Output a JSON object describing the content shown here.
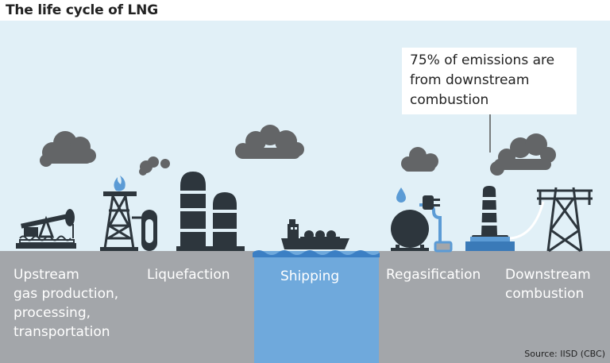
{
  "title": "The life cycle of LNG",
  "stages": [
    {
      "id": "upstream",
      "label": "Upstream\ngas production,\nprocessing,\ntransportation"
    },
    {
      "id": "liquefaction",
      "label": "Liquefaction"
    },
    {
      "id": "shipping",
      "label": "Shipping"
    },
    {
      "id": "regasification",
      "label": "Regasification"
    },
    {
      "id": "downstream",
      "label": "Downstream\ncombustion"
    }
  ],
  "callout": "75% of emissions are from downstream combustion",
  "source": "Source: IISD (CBC)",
  "colors": {
    "sky": "#e1f0f7",
    "ground": "#a3a6aa",
    "water": "#6fa9dc",
    "wave": "#3b7fc4",
    "icon": "#2d363d",
    "smoke": "#636567",
    "accent": "#5b9bd5"
  },
  "icons": [
    "pumpjack-icon",
    "gas-flare-derrick-icon",
    "storage-tank-icon",
    "lng-tanks-icon",
    "lng-carrier-ship-icon",
    "gas-droplet-icon",
    "regas-sphere-icon",
    "plug-icon",
    "stack-icon",
    "power-pylon-icon",
    "smoke-cloud-icon"
  ]
}
